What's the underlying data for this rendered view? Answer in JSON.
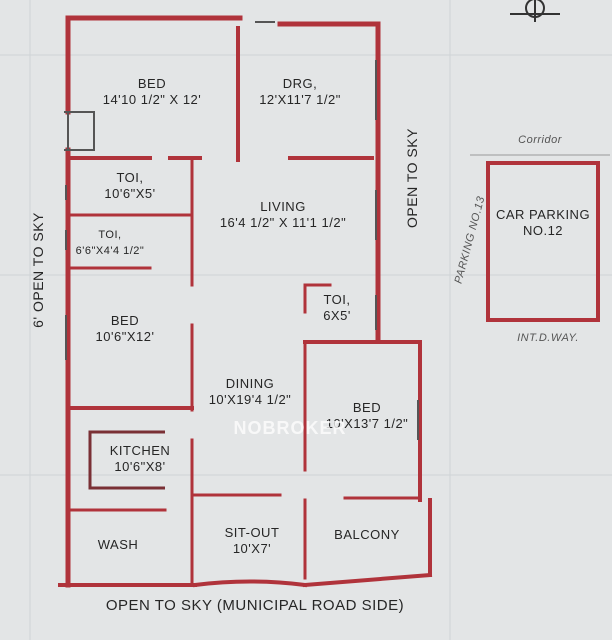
{
  "rooms": {
    "bed1": {
      "name": "BED",
      "size": "14'10 1/2\" X 12'"
    },
    "drg": {
      "name": "DRG,",
      "size": "12'X11'7 1/2\""
    },
    "toi1": {
      "name": "TOI,",
      "size": "10'6\"X5'"
    },
    "toi2": {
      "name": "TOI,",
      "size": "6'6\"X4'4 1/2\""
    },
    "living": {
      "name": "LIVING",
      "size": "16'4 1/2\" X 11'1 1/2\""
    },
    "toi3": {
      "name": "TOI,",
      "size": "6X5'"
    },
    "bed2": {
      "name": "BED",
      "size": "10'6\"X12'"
    },
    "dining": {
      "name": "DINING",
      "size": "10'X19'4 1/2\""
    },
    "bed3": {
      "name": "BED",
      "size": "10'X13'7 1/2\""
    },
    "kitchen": {
      "name": "KITCHEN",
      "size": "10'6\"X8'"
    },
    "wash": {
      "name": "WASH"
    },
    "sitout": {
      "name": "SIT-OUT",
      "size": "10'X7'"
    },
    "balcony": {
      "name": "BALCONY"
    }
  },
  "annotations": {
    "left": "6' OPEN TO SKY",
    "right": "OPEN TO SKY",
    "bottom": "OPEN TO SKY (MUNICIPAL ROAD SIDE)",
    "parking_no": "PARKING NO.13",
    "corridor": "Corridor",
    "car_parking_title": "CAR PARKING",
    "car_parking_no": "NO.12",
    "int_d_way": "INT.D.WAY.",
    "watermark": "NOBROKER"
  },
  "colors": {
    "wall": "#b0333b",
    "paper": "#e3e5e6",
    "ink": "#262626"
  }
}
